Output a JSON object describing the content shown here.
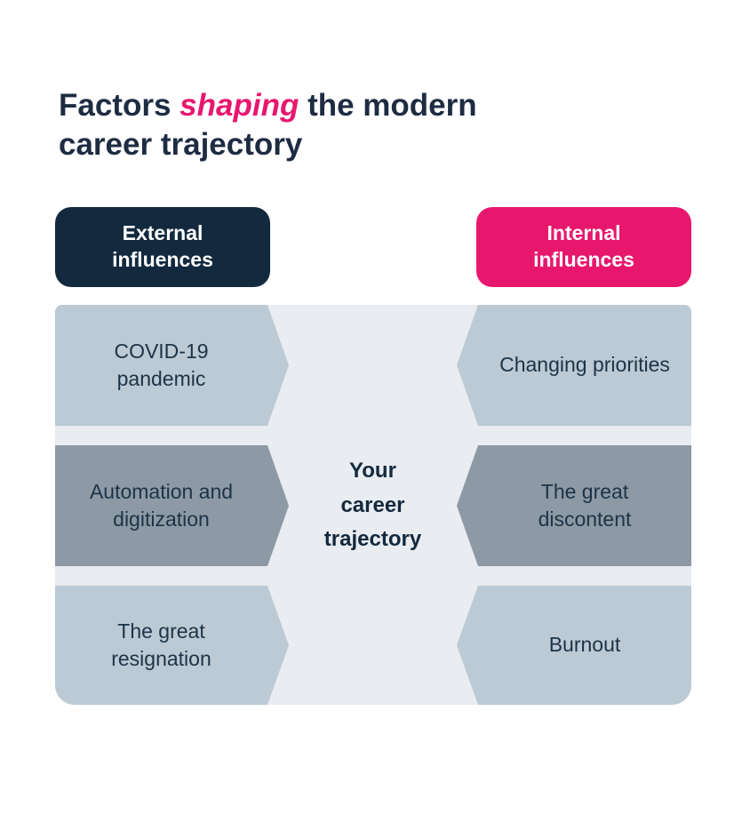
{
  "title": {
    "part1": "Factors ",
    "highlight": "shaping",
    "part2": " the modern career trajectory"
  },
  "colors": {
    "background": "#ffffff",
    "navy": "#13293d",
    "pink": "#e8176e",
    "panel": "#e9ecf0",
    "arrow_light": "#bbcad4",
    "arrow_dark": "#8d9aa5",
    "text_dark": "#1d3347",
    "title_text": "#1e2c42",
    "white_text": "#ffffff"
  },
  "columns": {
    "external": {
      "label": "External influences",
      "items": [
        "COVID-19 pandemic",
        "Automation and digitization",
        "The great resignation"
      ]
    },
    "internal": {
      "label": "Internal influences",
      "items": [
        "Changing priorities",
        "The great discontent",
        "Burnout"
      ]
    }
  },
  "center": {
    "label": "Your career trajectory"
  }
}
